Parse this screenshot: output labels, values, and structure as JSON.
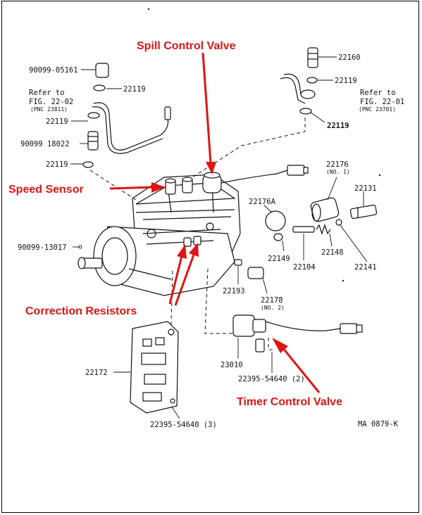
{
  "callouts": {
    "spill": "Spill Control Valve",
    "speed": "Speed Sensor",
    "correction": "Correction Resistors",
    "timer": "Timer Control Valve"
  },
  "parts": {
    "p90099_05161": "90099-05161",
    "p22119_a": "22119",
    "refer_left_1": "Refer to",
    "refer_left_2": "FIG. 22-02",
    "refer_left_3": "(PNC 23811)",
    "p22119_b": "22119",
    "p90099_18022": "90099 18022",
    "p22119_c": "22119",
    "p22160": "22160",
    "p22119_d": "22119",
    "refer_right_1": "Refer to",
    "refer_right_2": "FIG. 22-01",
    "refer_right_3": "(PNC 23701)",
    "p22119_e": "22119",
    "p22176": "22176",
    "p22176_no": "(NO. 1)",
    "p22131": "22131",
    "p22176A": "22176A",
    "p90099_13017": "90099-13017",
    "p22149": "22149",
    "p22148": "22148",
    "p22104": "22104",
    "p22141": "22141",
    "p22193": "22193",
    "p22178": "22178",
    "p22178_no": "(NO. 2)",
    "p23010": "23010",
    "p22395_2": "22395-54640 (2)",
    "p22172": "22172",
    "p22395_3": "22395-54640 (3)",
    "figcode": "MA 0879-K"
  }
}
